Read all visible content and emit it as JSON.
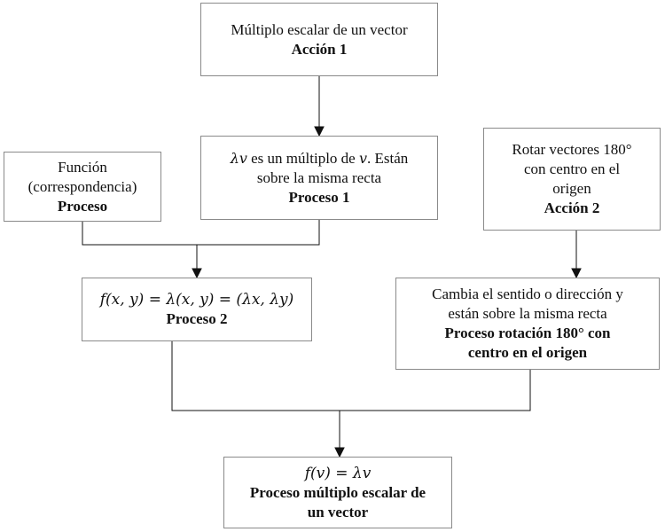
{
  "nodes": {
    "action1": {
      "text": "Múltiplo escalar de un vector",
      "label": "Acción 1"
    },
    "process1": {
      "math": "λv",
      "text_a": " es un múltiplo de ",
      "math_b": "v",
      "text_b": ". Están",
      "text_c": "sobre la misma recta",
      "label": "Proceso 1"
    },
    "funcion": {
      "line1": "Función",
      "line2": "(correspondencia)",
      "label": "Proceso"
    },
    "action2": {
      "line1": "Rotar vectores 180°",
      "line2": "con centro en el",
      "line3": "origen",
      "label": "Acción 2"
    },
    "process2": {
      "formula": "f(x, y) = λ(x, y) = (λx, λy)",
      "label": "Proceso 2"
    },
    "rotation": {
      "line1": "Cambia el sentido o dirección y",
      "line2": "están sobre la misma recta",
      "label1": "Proceso rotación 180° con",
      "label2": "centro en el origen"
    },
    "final": {
      "formula": "f(v) = λv",
      "label1": "Proceso múltiplo escalar de",
      "label2": "un vector"
    }
  },
  "edges": [
    {
      "from": "action1",
      "to": "process1"
    },
    {
      "from": "funcion",
      "to": "process2"
    },
    {
      "from": "process1",
      "to": "process2"
    },
    {
      "from": "action2",
      "to": "rotation"
    },
    {
      "from": "process2",
      "to": "final"
    },
    {
      "from": "rotation",
      "to": "final"
    }
  ],
  "colors": {
    "line": "#111111",
    "border": "#8a8a8a",
    "text": "#111111"
  }
}
